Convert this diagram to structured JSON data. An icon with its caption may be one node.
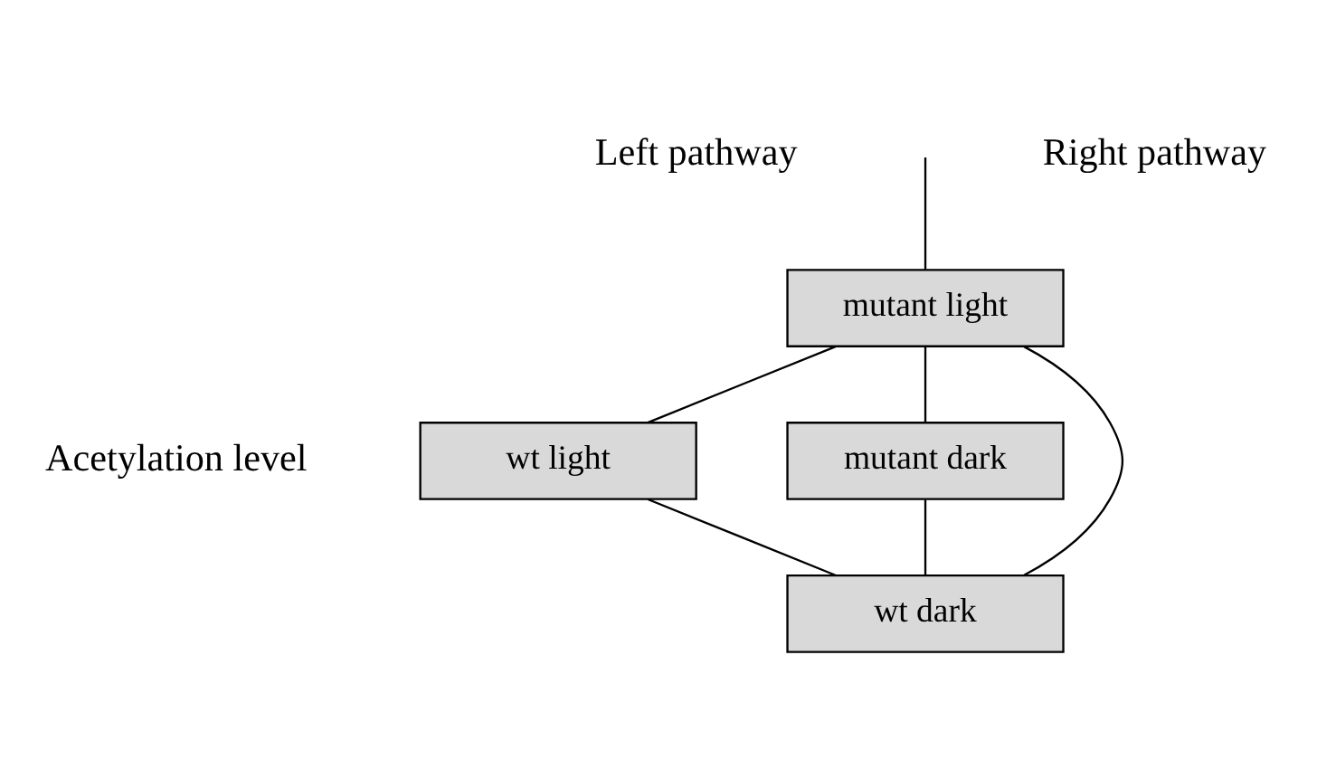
{
  "diagram": {
    "nodes": [
      {
        "text": [
          "mutant light"
        ]
      },
      {
        "text": [
          "wt light"
        ]
      },
      {
        "text": [
          "mutant dark"
        ]
      },
      {
        "text": [
          "wt dark"
        ]
      }
    ],
    "edges": [
      {
        "from": 0,
        "to": 1,
        "arrow": "none"
      },
      {
        "from": 0,
        "to": 2,
        "arrow": "none"
      },
      {
        "from": 1,
        "to": 3,
        "arrow": "none"
      },
      {
        "from": 2,
        "to": 3,
        "arrow": "none"
      },
      {
        "from": 0,
        "to": 3,
        "arrow": "none"
      },
      {
        "from": null,
        "to": 0,
        "arrow": "none"
      }
    ],
    "labels": [
      "Left pathway",
      "Right pathway",
      "Acetylation level"
    ]
  }
}
